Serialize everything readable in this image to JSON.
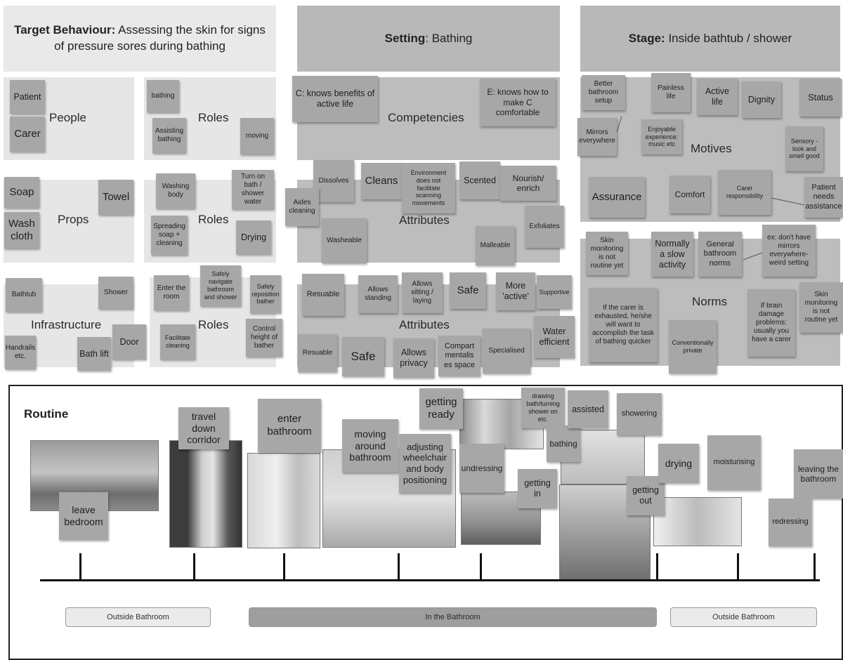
{
  "headers": {
    "target_bold": "Target Behaviour:",
    "target_rest": " Assessing the skin for signs of pressure sores during bathing",
    "setting_bold": "Setting",
    "setting_rest": ": Bathing",
    "stage_bold": "Stage:",
    "stage_rest": " Inside bathtub / shower"
  },
  "labels": {
    "people": "People",
    "roles": "Roles",
    "props": "Props",
    "infrastructure": "Infrastructure",
    "competencies": "Competencies",
    "attributes": "Attributes",
    "motives": "Motives",
    "norms": "Norms",
    "routine": "Routine"
  },
  "notes": {
    "patient": "Patient",
    "carer": "Carer",
    "bathing_role": "bathing",
    "assisting_bathing": "Assisting bathing",
    "moving": "moving",
    "soap": "Soap",
    "towel": "Towel",
    "wash_cloth": "Wash cloth",
    "washing_body": "Washing body",
    "turn_on_bath": "Turn on bath / shower water",
    "spreading_soap": "Spreading soap + cleaning",
    "drying_role": "Drying",
    "bathtub": "Bathtub",
    "shower": "Shower",
    "handrails": "Handrails etc.",
    "bath_lift": "Bath lift",
    "door": "Door",
    "enter_room": "Enter the room",
    "safely_navigate": "Safely navigate bathroom and shower",
    "safely_reposition": "Safely reposition bather",
    "facilitate_cleaning": "Facilitate cleaning",
    "control_height": "Control height of bather",
    "c_knows": "C: knows benefits of active life",
    "e_knows": "E: knows how to make C comfortable",
    "dissolves": "Dissolves",
    "cleans": "Cleans",
    "environment": "Environment does not facilitate scanning movements",
    "scented": "Scented",
    "nourish": "Nourish/ enrich",
    "aides_cleaning": "Aides cleaning",
    "exfoliates": "Exfoliates",
    "washeable": "Washeable",
    "malleable": "Malleable",
    "resuable1": "Resuable",
    "allows_standing": "Allows standing",
    "allows_sitting": "Allows sitting / laying",
    "safe1": "Safe",
    "more_active": "More 'active'",
    "supportive": "Supportive",
    "water_efficient": "Water efficient",
    "resuable2": "Resuable",
    "safe2": "Safe",
    "allows_privacy": "Allows privacy",
    "compartmentalises": "Compart mentalis es space",
    "specialised": "Specialised",
    "better_bathroom": "Better bathroom setup",
    "painless_life": "Painless life",
    "active_life": "Active life",
    "dignity": "Dignity",
    "status": "Status",
    "mirrors_everywhere": "Mirrors everywhere",
    "enjoyable": "Enjoyable experience: music etc",
    "sensory": "Sensory - look and smell good",
    "assurance": "Assurance",
    "comfort": "Comfort",
    "carer_responsibility": "Carer responsibility",
    "patient_needs": "Patient needs assistance",
    "skin_monitoring1": "Skin monitoring is not routine yet",
    "normally_slow": "Normally a slow activity",
    "general_norms": "General bathroom norms",
    "ex_dont": "ex: don't have mirrors everywhere- weird setting",
    "if_carer": "If the carer is exhausted, he/she will want to accomplish the task of bathing quicker",
    "conventionally_private": "Conventionally private",
    "brain_damage": "If brain damage problems: usually you have a carer",
    "skin_monitoring2": "Skin monitoring is not routine yet"
  },
  "routine": {
    "leave_bedroom": "leave bedroom",
    "travel_corridor": "travel down corridor",
    "enter_bathroom": "enter bathroom",
    "moving_around": "moving around bathroom",
    "adjusting": "adjusting wheelchair and body positioning",
    "getting_ready": "getting ready",
    "undressing": "undressing",
    "drawing_bath": "drawing bath/turning shower on etc.",
    "bathing": "bathing",
    "getting_in": "getting in",
    "assisted": "assisted",
    "showering": "showering",
    "getting_out": "getting out",
    "drying": "drying",
    "moisturising": "moisturising",
    "leaving_bathroom": "leaving the bathroom",
    "redressing": "redressing"
  },
  "phases": {
    "outside1": "Outside Bathroom",
    "inside": "In the Bathroom",
    "outside2": "Outside Bathroom"
  }
}
